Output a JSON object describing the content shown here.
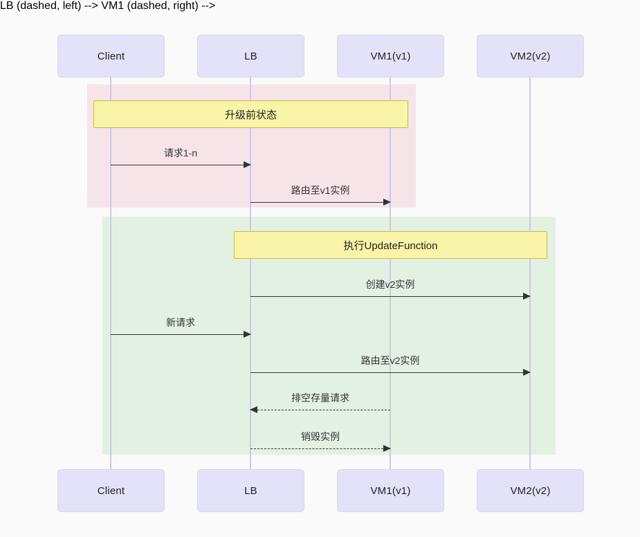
{
  "diagram": {
    "type": "sequence-diagram",
    "background_color": "#fafafa",
    "colors": {
      "actor_fill": "#e3e2f8",
      "actor_border": "#d8d6f2",
      "lifeline": "#cdc7ec",
      "note_fill": "#faf4a8",
      "note_border": "#c8bc3e",
      "region_before_upgrade": "#f7e4e9",
      "region_update": "#e3f1e3",
      "arrow": "#333333",
      "text": "#1f1f1f"
    }
  },
  "participants": [
    {
      "id": "client",
      "label": "Client"
    },
    {
      "id": "lb",
      "label": "LB"
    },
    {
      "id": "vm1",
      "label": "VM1(v1)"
    },
    {
      "id": "vm2",
      "label": "VM2(v2)"
    }
  ],
  "participants_bottom": [
    {
      "id": "client",
      "label": "Client"
    },
    {
      "id": "lb",
      "label": "LB"
    },
    {
      "id": "vm1",
      "label": "VM1(v1)"
    },
    {
      "id": "vm2",
      "label": "VM2(v2)"
    }
  ],
  "regions": [
    {
      "id": "before-upgrade",
      "color": "#f7e4e9"
    },
    {
      "id": "update-function",
      "color": "#e3f1e3"
    }
  ],
  "notes": [
    {
      "id": "note-before-upgrade",
      "label": "升级前状态"
    },
    {
      "id": "note-update-function",
      "label": "执行UpdateFunction"
    }
  ],
  "messages": [
    {
      "id": "m1",
      "label": "请求1-n",
      "from": "client",
      "to": "lb",
      "style": "solid",
      "direction": "right"
    },
    {
      "id": "m2",
      "label": "路由至v1实例",
      "from": "lb",
      "to": "vm1",
      "style": "solid",
      "direction": "right"
    },
    {
      "id": "m3",
      "label": "创建v2实例",
      "from": "lb",
      "to": "vm2",
      "style": "solid",
      "direction": "right"
    },
    {
      "id": "m4",
      "label": "新请求",
      "from": "client",
      "to": "lb",
      "style": "solid",
      "direction": "right"
    },
    {
      "id": "m5",
      "label": "路由至v2实例",
      "from": "lb",
      "to": "vm2",
      "style": "solid",
      "direction": "right"
    },
    {
      "id": "m6",
      "label": "排空存量请求",
      "from": "vm1",
      "to": "lb",
      "style": "dashed",
      "direction": "left"
    },
    {
      "id": "m7",
      "label": "销毁实例",
      "from": "lb",
      "to": "vm1",
      "style": "dashed",
      "direction": "right"
    }
  ]
}
